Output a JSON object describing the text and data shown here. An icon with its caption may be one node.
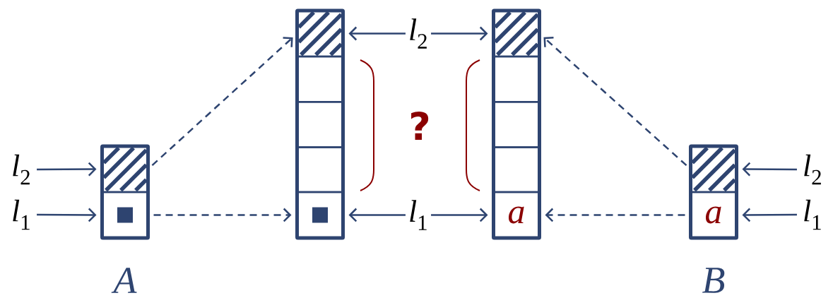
{
  "diagram": {
    "nodes": [
      {
        "text": [],
        "shape": "bar",
        "beside": [
          "A"
        ]
      },
      {
        "text": [],
        "shape": "box",
        "in": 0
      },
      {
        "text": [],
        "shape": "box",
        "in": 0
      },
      {
        "text": [],
        "shape": "bar"
      },
      {
        "text": [],
        "shape": "box",
        "in": 3
      },
      {
        "text": [],
        "shape": "box",
        "in": 3
      },
      {
        "text": [],
        "shape": "box",
        "in": 3
      },
      {
        "text": [],
        "shape": "box",
        "in": 3
      },
      {
        "text": [],
        "shape": "box",
        "in": 3
      },
      {
        "text": [],
        "shape": "bar"
      },
      {
        "text": [],
        "shape": "box",
        "in": 9
      },
      {
        "text": [],
        "shape": "box",
        "in": 9
      },
      {
        "text": [],
        "shape": "box",
        "in": 9
      },
      {
        "text": [],
        "shape": "box",
        "in": 9
      },
      {
        "text": [
          "a"
        ],
        "in": 9
      },
      {
        "text": [],
        "shape": "bar",
        "beside": [
          "B"
        ]
      },
      {
        "text": [],
        "shape": "box",
        "in": 15
      },
      {
        "text": [
          "a"
        ],
        "in": 15
      },
      {
        "text": [
          "*l*$_{2}$"
        ]
      },
      {
        "text": [
          "*l*$_{1}$"
        ]
      },
      {
        "text": [
          "*l*$_{2}$"
        ]
      },
      {
        "text": [
          "*l*$_{1}$"
        ]
      }
    ],
    "edges": [
      {
        "from": 18,
        "to": 1,
        "arrow": "to"
      },
      {
        "from": 19,
        "to": 2,
        "arrow": "to"
      },
      {
        "from": 1,
        "to": 4,
        "arrow": "to",
        "style": "dashed"
      },
      {
        "from": 2,
        "to": 8,
        "arrow": "to",
        "style": "dashed"
      },
      {
        "from": 4,
        "to": 10,
        "arrow": "both",
        "label": "*l*$_{2}$"
      },
      {
        "from": 8,
        "to": 14,
        "arrow": "both",
        "label": "*l*$_{1}$"
      },
      {
        "from": 16,
        "to": 10,
        "arrow": "to",
        "style": "dashed"
      },
      {
        "from": 17,
        "to": 14,
        "arrow": "to",
        "style": "dashed"
      },
      {
        "from": 20,
        "to": 16,
        "arrow": "to"
      },
      {
        "from": 21,
        "to": 17,
        "arrow": "to"
      }
    ],
    "labels": [
      "?"
    ]
  }
}
